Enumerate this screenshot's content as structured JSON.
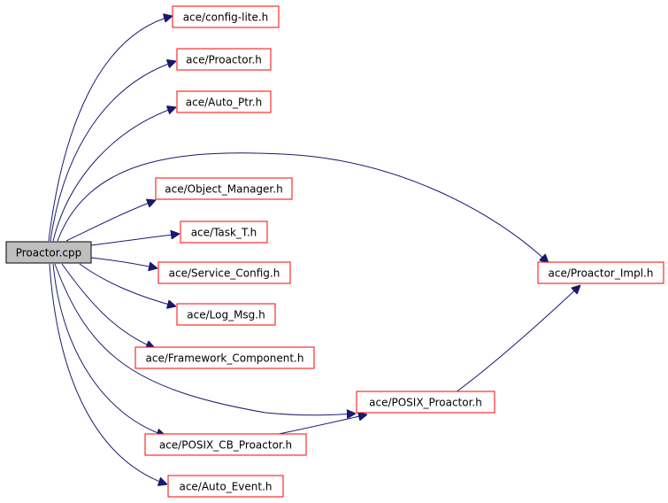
{
  "nodes": {
    "root": {
      "label": "Proactor.cpp"
    },
    "config_lite": {
      "label": "ace/config-lite.h"
    },
    "proactor_h": {
      "label": "ace/Proactor.h"
    },
    "auto_ptr": {
      "label": "ace/Auto_Ptr.h"
    },
    "object_manager": {
      "label": "ace/Object_Manager.h"
    },
    "task_t": {
      "label": "ace/Task_T.h"
    },
    "service_config": {
      "label": "ace/Service_Config.h"
    },
    "log_msg": {
      "label": "ace/Log_Msg.h"
    },
    "framework_component": {
      "label": "ace/Framework_Component.h"
    },
    "posix_proactor": {
      "label": "ace/POSIX_Proactor.h"
    },
    "posix_cb_proactor": {
      "label": "ace/POSIX_CB_Proactor.h"
    },
    "auto_event": {
      "label": "ace/Auto_Event.h"
    },
    "proactor_impl": {
      "label": "ace/Proactor_Impl.h"
    }
  },
  "colors": {
    "root_fill": "#bfbfbf",
    "root_border": "#000000",
    "node_border": "#ff0000",
    "edge": "#191970"
  }
}
